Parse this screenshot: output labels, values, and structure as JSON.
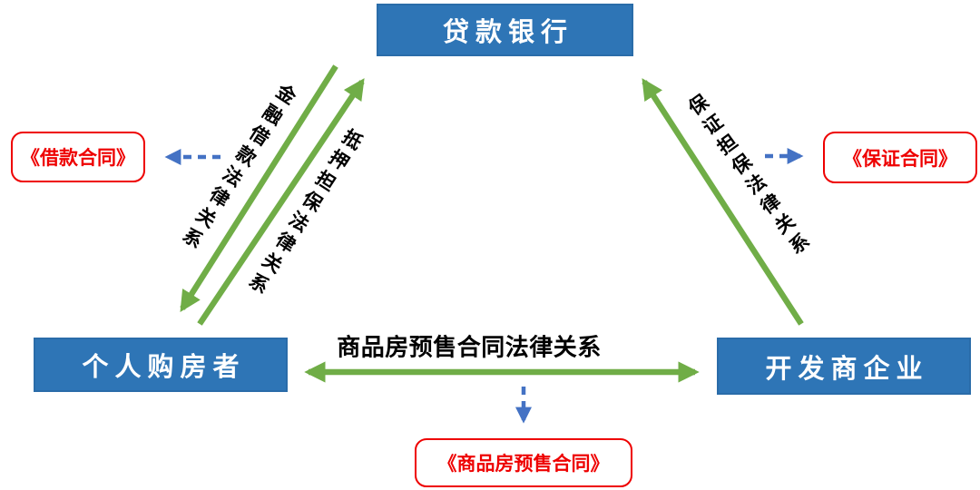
{
  "diagram": {
    "nodes": {
      "bank": "贷款银行",
      "buyer": "个人购房者",
      "developer": "开发商企业"
    },
    "contracts": {
      "loan": "《借款合同》",
      "guarantee": "《保证合同》",
      "presale": "《商品房预售合同》"
    },
    "relations": {
      "financial_loan": "金融借款法律关系",
      "mortgage_guarantee": "抵押担保法律关系",
      "surety_guarantee": "保证担保法律关系",
      "presale_contract": "商品房预售合同法律关系"
    },
    "colors": {
      "node_fill": "#2E75B6",
      "node_text": "#FFFFFF",
      "solid_arrow": "#70AD47",
      "dashed_arrow": "#4472C4",
      "contract_accent": "#EE0000",
      "relation_text": "#000000"
    }
  }
}
